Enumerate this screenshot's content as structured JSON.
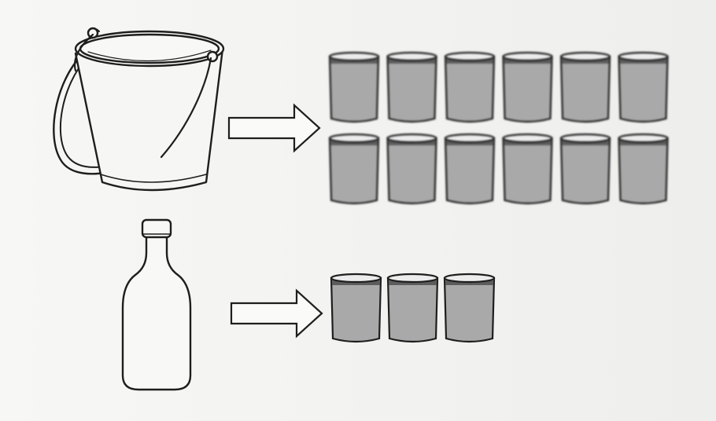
{
  "colors": {
    "background": "#f4f4f2",
    "outline": "#1e1e1e",
    "water": "#a9a9a9",
    "water_top": "#5c5c5c",
    "rim": "#ececec"
  },
  "rows": [
    {
      "container": "bucket-icon",
      "arrow": "arrow-right-icon",
      "cups_filled": 12,
      "cups_per_row": 6
    },
    {
      "container": "bottle-icon",
      "arrow": "arrow-right-icon",
      "cups_filled": 3,
      "cups_per_row": 3
    }
  ]
}
